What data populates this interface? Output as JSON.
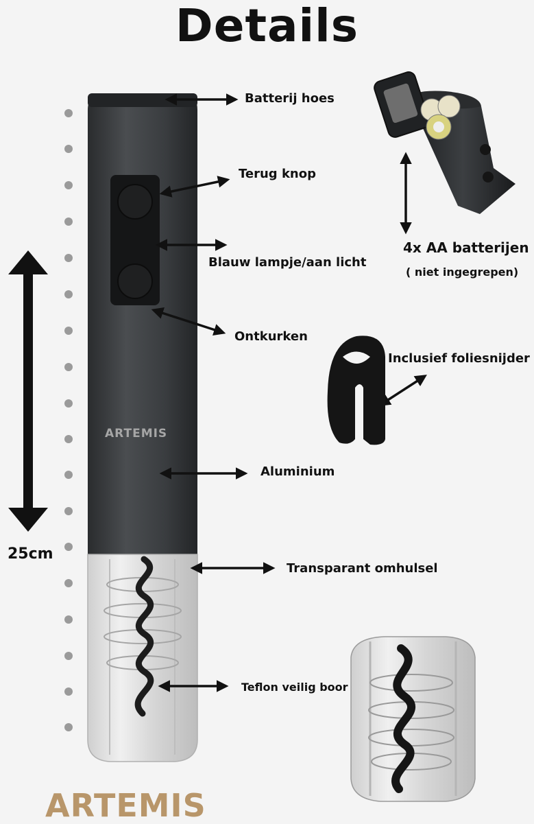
{
  "header": {
    "title": "Details"
  },
  "dimension": {
    "height_label": "25cm"
  },
  "labels": {
    "battery_cover": "Batterij hoes",
    "back_button": "Terug knop",
    "blue_light": "Blauw lampje/aan licht",
    "uncork": "Ontkurken",
    "aluminium": "Aluminium",
    "transparent_housing": "Transparant omhulsel",
    "teflon_drill": "Teflon veilig boor",
    "foil_cutter": "Inclusief foliesnijder",
    "batteries": "4x AA batterijen",
    "batteries_note": "( niet ingegrepen)"
  },
  "branding": {
    "body_logo": "ARTEMIS",
    "bottom_logo": "ARTEMIS"
  },
  "colors": {
    "body": "#3b3e40",
    "brand_gold": "#b8966a",
    "dots": "#9a9a9a"
  }
}
